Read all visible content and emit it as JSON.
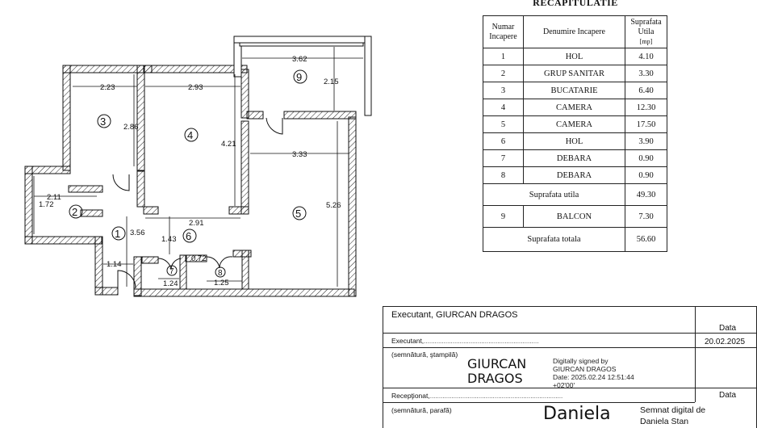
{
  "plan": {
    "rooms": [
      {
        "id": "1",
        "label": "1"
      },
      {
        "id": "2",
        "label": "2"
      },
      {
        "id": "3",
        "label": "3"
      },
      {
        "id": "4",
        "label": "4"
      },
      {
        "id": "5",
        "label": "5"
      },
      {
        "id": "6",
        "label": "6"
      },
      {
        "id": "7",
        "label": "7"
      },
      {
        "id": "8",
        "label": "8"
      },
      {
        "id": "9",
        "label": "9"
      }
    ],
    "dimensions": [
      "3.62",
      "2.15",
      "2.23",
      "2.93",
      "2.86",
      "4.21",
      "3.33",
      "5.26",
      "2.11",
      "1.72",
      "3.56",
      "2.91",
      "1.43",
      "1.14",
      "0.72",
      "1.24",
      "1.25"
    ]
  },
  "recap": {
    "title": "RECAPITULATIE",
    "headers": {
      "number": "Numar Incapere",
      "name": "Denumire Incapere",
      "area": "Suprafata Utila",
      "unit": "[mp]"
    },
    "rows": [
      {
        "nr": "1",
        "name": "HOL",
        "area": "4.10"
      },
      {
        "nr": "2",
        "name": "GRUP SANITAR",
        "area": "3.30"
      },
      {
        "nr": "3",
        "name": "BUCATARIE",
        "area": "6.40"
      },
      {
        "nr": "4",
        "name": "CAMERA",
        "area": "12.30"
      },
      {
        "nr": "5",
        "name": "CAMERA",
        "area": "17.50"
      },
      {
        "nr": "6",
        "name": "HOL",
        "area": "3.90"
      },
      {
        "nr": "7",
        "name": "DEBARA",
        "area": "0.90"
      },
      {
        "nr": "8",
        "name": "DEBARA",
        "area": "0.90"
      }
    ],
    "useful_label": "Suprafata utila",
    "useful_value": "49.30",
    "balcony": {
      "nr": "9",
      "name": "BALCON",
      "area": "7.30"
    },
    "total_label": "Suprafata totala",
    "total_value": "56.60"
  },
  "signature": {
    "executant_title": "Executant, GIURCAN DRAGOS",
    "data_label": "Data",
    "executant_line": "Executant,",
    "date": "20.02.2025",
    "sign_stamp": "(semnătură, ştampilă)",
    "signer_name_1": "GIURCAN",
    "signer_name_2": "DRAGOS",
    "digital_1": "Digitally signed by",
    "digital_2": "GIURCAN DRAGOS",
    "digital_3": "Date: 2025.02.24 12:51:44",
    "digital_4": "+02'00'",
    "receptionat": "Recepţionat,",
    "data_label_2": "Data",
    "sign_parafa": "(semnătură, parafă)",
    "daniela": "Daniela",
    "semnat_1": "Semnat digital de",
    "semnat_2": "Daniela Stan"
  }
}
